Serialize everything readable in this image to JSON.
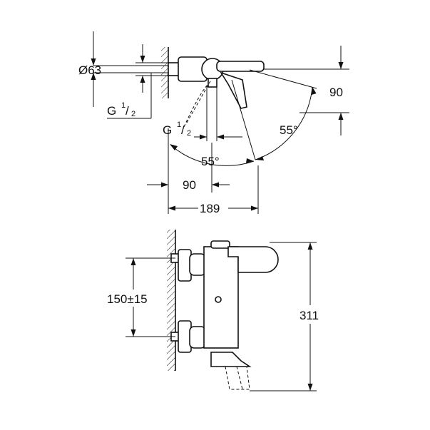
{
  "top_view": {
    "dia_label": "Ø63",
    "thread_left_main": "G",
    "thread_left_sup": "1",
    "thread_left_sub": "2",
    "thread_mid_main": "G",
    "thread_mid_sup": "1",
    "thread_mid_sub": "2",
    "height_label": "90",
    "angle_right_label": "55°",
    "angle_bottom_label": "55°",
    "depth_label": "90",
    "total_depth_label": "189"
  },
  "front_view": {
    "spacing_label": "150±15",
    "height_label": "311"
  }
}
